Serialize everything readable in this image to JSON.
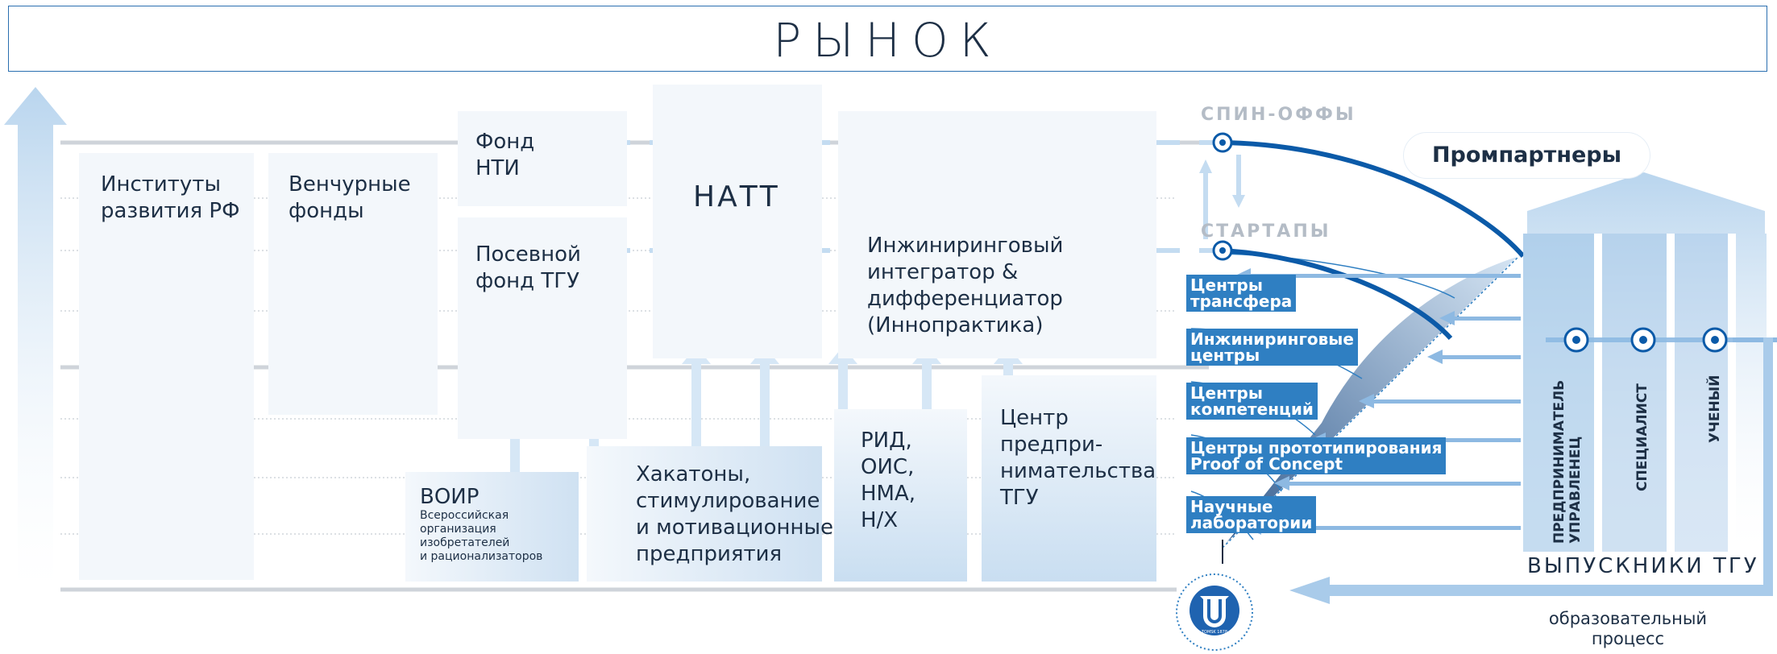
{
  "market": "РЫНОК",
  "left_blocks": {
    "institutes": "Институты\nразвития РФ",
    "venture": "Венчурные\nфонды",
    "nti_fund": "Фонд\nНТИ",
    "seed_fund": "Посевной\nфонд ТГУ",
    "natt": "НАТТ",
    "engineering": "Инжиниринговый\nинтегратор &\nдифференциатор\n(Иннопрактика)"
  },
  "bottom_blocks": {
    "voir_title": "ВОИР",
    "voir_desc": "Всероссийская\nорганизация\nизобретателей\nи рационализаторов",
    "hackathons": "Хакатоны,\nстимулирование\nи мотивационные\nпредприятия",
    "rid": "РИД,\nОИС,\nНМА,\nН/Х",
    "center": "Центр\nпредпри-\nнимательства\nТГУ"
  },
  "labels": {
    "spinoffs": "СПИН-ОФФЫ",
    "startups": "СТАРТАПЫ",
    "partners": "Промпартнеры"
  },
  "centers": [
    "Центры\nтрансфера",
    "Инжиниринговые\nцентры",
    "Центры\nкомпетенций",
    "Центры прототипирования\nProof of Concept",
    "Научные\nлаборатории"
  ],
  "graduates": {
    "entrepreneur": "ПРЕДПРИНИМАТЕЛЬ\nУПРАВЛЕНЕЦ",
    "specialist": "СПЕЦИАЛИСТ",
    "scientist": "УЧЕНЫЙ",
    "title": "ВЫПУСКНИКИ ТГУ",
    "education": "образовательный\nпроцесс"
  },
  "logo_text": "TOMSK 1878",
  "colors": {
    "accent": "#2f7fc2",
    "dark_blue": "#0b5aa8",
    "light_blue": "#cfe2f3",
    "text": "#1d2f45"
  }
}
